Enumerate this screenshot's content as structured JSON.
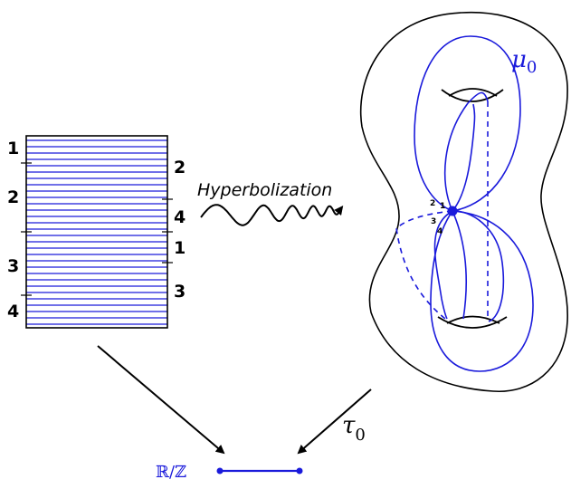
{
  "colors": {
    "accent": "#1a1adb",
    "ink": "#000000"
  },
  "rectangle": {
    "left_labels": [
      "1",
      "2",
      "3",
      "4"
    ],
    "right_labels": [
      "2",
      "4",
      "1",
      "3"
    ]
  },
  "arrow_label": "Hyperbolization",
  "surface": {
    "vertex_labels": [
      "1",
      "2",
      "3",
      "4"
    ],
    "foliation_label": "μ",
    "foliation_subscript": "0"
  },
  "map_label": "τ",
  "map_subscript": "0",
  "target_label": "ℝ/ℤ"
}
